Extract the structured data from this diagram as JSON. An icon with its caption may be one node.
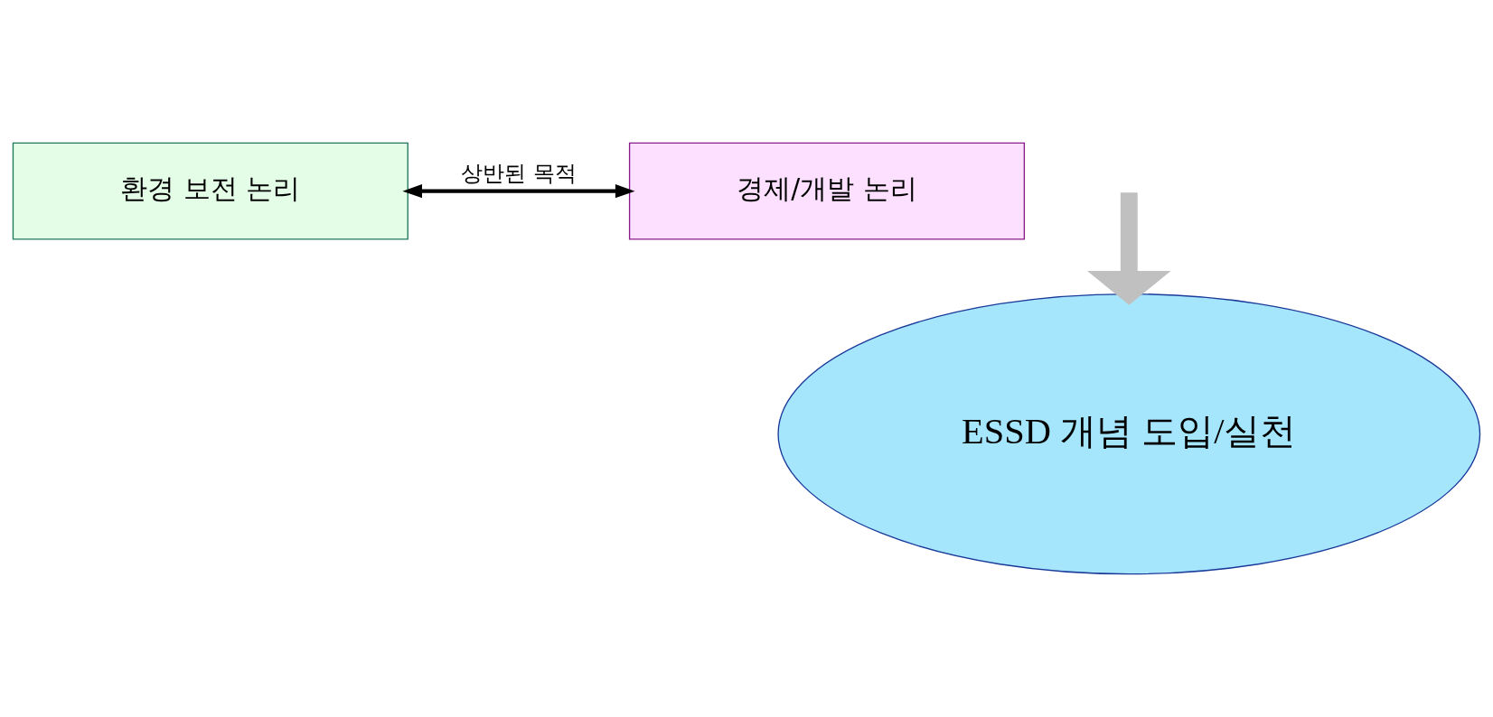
{
  "diagram": {
    "nodes": [
      {
        "text": [
          "환경 보전 논리"
        ]
      },
      {
        "text": [
          "경제/개발 논리"
        ]
      },
      {
        "text": [
          "ESSD 개념 도입/실천"
        ]
      }
    ],
    "edges": [
      {
        "from": 0,
        "to": 1,
        "arrow": "both",
        "label": "상반된 목적"
      },
      {
        "from": null,
        "to": 2,
        "arrow": "to",
        "style": "thick",
        "color": "#c0c0c0"
      }
    ]
  }
}
